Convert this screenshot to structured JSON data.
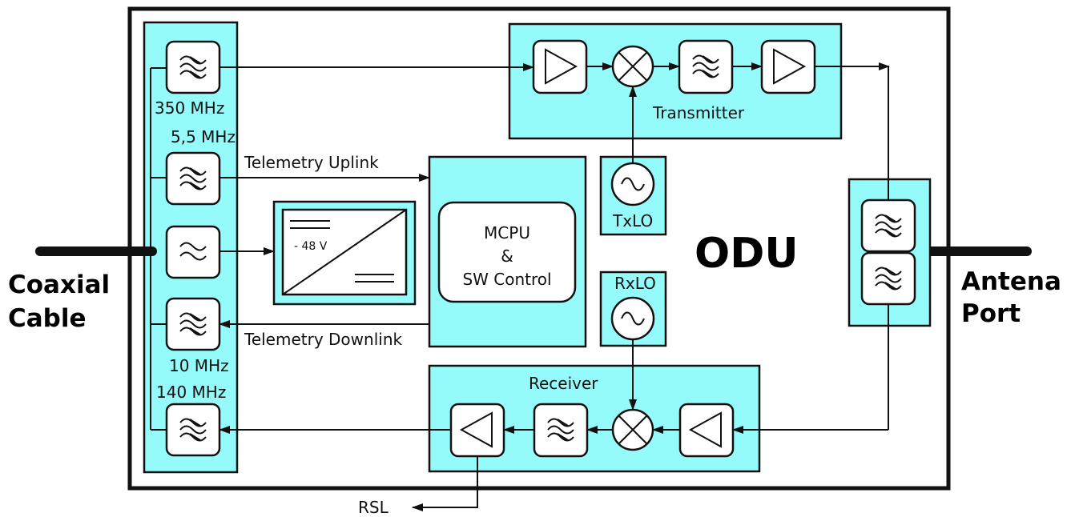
{
  "diagram": {
    "title": "ODU",
    "left_port": [
      "Coaxial",
      "Cable"
    ],
    "right_port": [
      "Antena",
      "Port"
    ],
    "filter_labels": {
      "f1": "350 MHz",
      "f2": "5,5 MHz",
      "f4": "10 MHz",
      "f5": "140 MHz"
    },
    "transmitter_label": "Transmitter",
    "receiver_label": "Receiver",
    "txlo_label": "TxLO",
    "rxlo_label": "RxLO",
    "mcpu_label": [
      "MCPU",
      "&",
      "SW Control"
    ],
    "psu_label": "- 48 V",
    "uplink_label": "Telemetry Uplink",
    "downlink_label": "Telemetry Downlink",
    "rsl_label": "RSL"
  }
}
